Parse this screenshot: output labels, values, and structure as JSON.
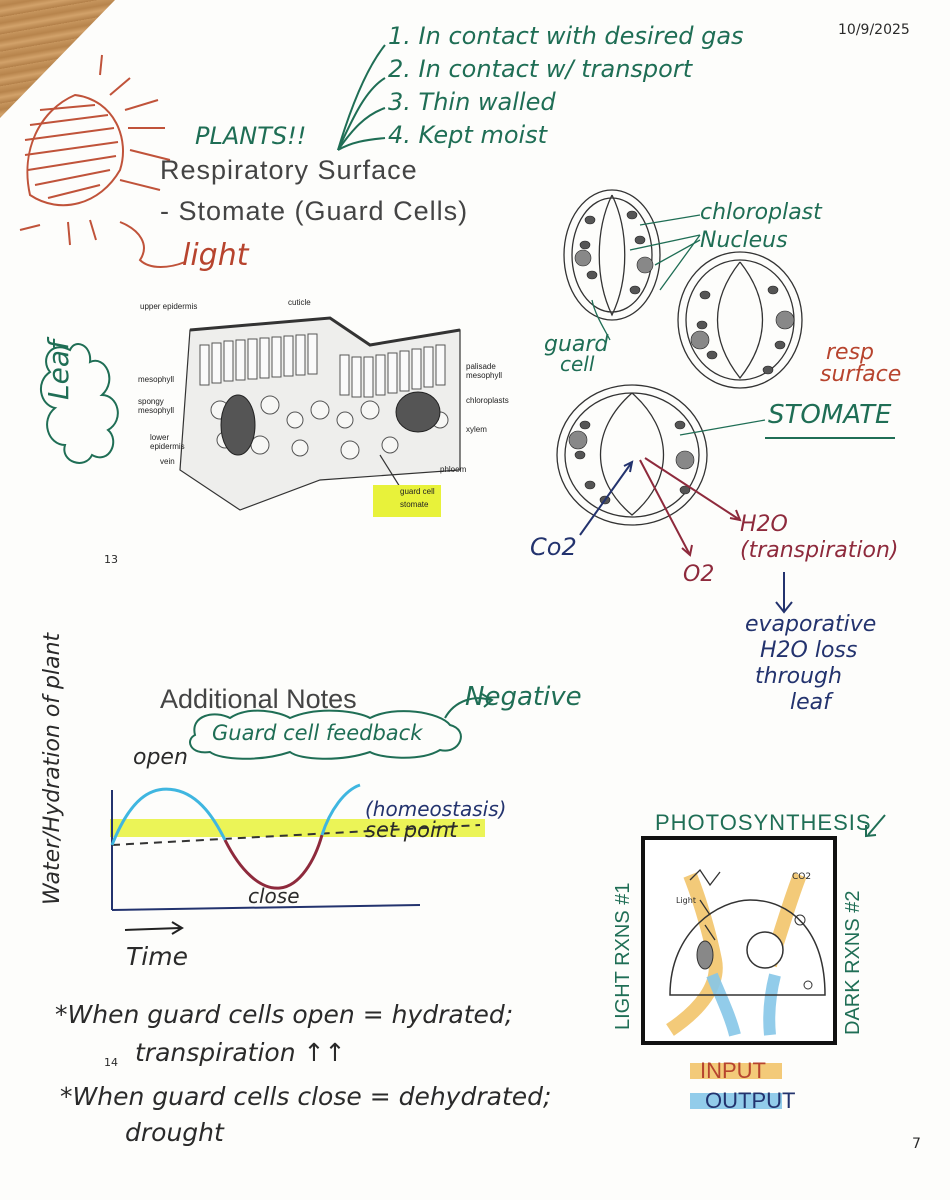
{
  "header": {
    "date": "10/9/2025"
  },
  "requirements": [
    "1. In contact with desired gas",
    "2. In contact w/ transport",
    "3. Thin walled",
    "4. Kept moist"
  ],
  "plants_label": "PLANTS!!",
  "resp_surface": {
    "line1": "Respiratory Surface",
    "line2": "- Stomate (Guard Cells)"
  },
  "light_label": "light",
  "leaf_label": "Leaf",
  "leaf_diagram": {
    "labels": [
      "upper epidermis",
      "cuticle",
      "palisade mesophyll",
      "mesophyll",
      "spongy mesophyll",
      "chloroplasts",
      "lower epidermis",
      "vein",
      "xylem",
      "phloem",
      "guard cell",
      "stomate"
    ]
  },
  "page_top_number": "13",
  "stomata": {
    "chloroplast": "chloroplast",
    "nucleus": "Nucleus",
    "guard_cell": "guard cell",
    "resp_surface": "resp surface",
    "stomate": "STOMATE",
    "co2": "Co2",
    "o2": "O2",
    "h2o": "H2O (transpiration)",
    "evap_line1": "evaporative",
    "evap_line2": "H2O loss",
    "evap_line3": "through",
    "evap_line4": "leaf"
  },
  "notes": {
    "title": "Additional Notes",
    "bubble": "Guard cell feedback",
    "negative": "Negative",
    "y_axis": "Water/Hydration of plant",
    "open": "open",
    "close": "close",
    "homeostasis": "(homeostasis)",
    "set_point": "set point",
    "time": "Time"
  },
  "bullets": {
    "b1_line1": "*When guard cells open = hydrated;",
    "b1_line2": "transpiration ↑↑",
    "b2_line1": "*When guard cells close = dehydrated;",
    "b2_line2": "drought"
  },
  "page_bottom_number": "14",
  "photosynthesis": {
    "title": "PHOTOSYNTHESIS",
    "light_rxns": "LIGHT RXNS #1",
    "dark_rxns": "DARK RXNS #2",
    "input": "INPUT",
    "output": "OUTPUT",
    "co2": "CO2",
    "light": "Light"
  },
  "page_number": "7",
  "colors": {
    "green_ink": "#1f6e55",
    "navy_ink": "#23336e",
    "red_ink": "#b7442e",
    "highlight_yellow": "#e8f23a",
    "input_orange": "#f2c46a",
    "output_blue": "#86c6e8"
  }
}
